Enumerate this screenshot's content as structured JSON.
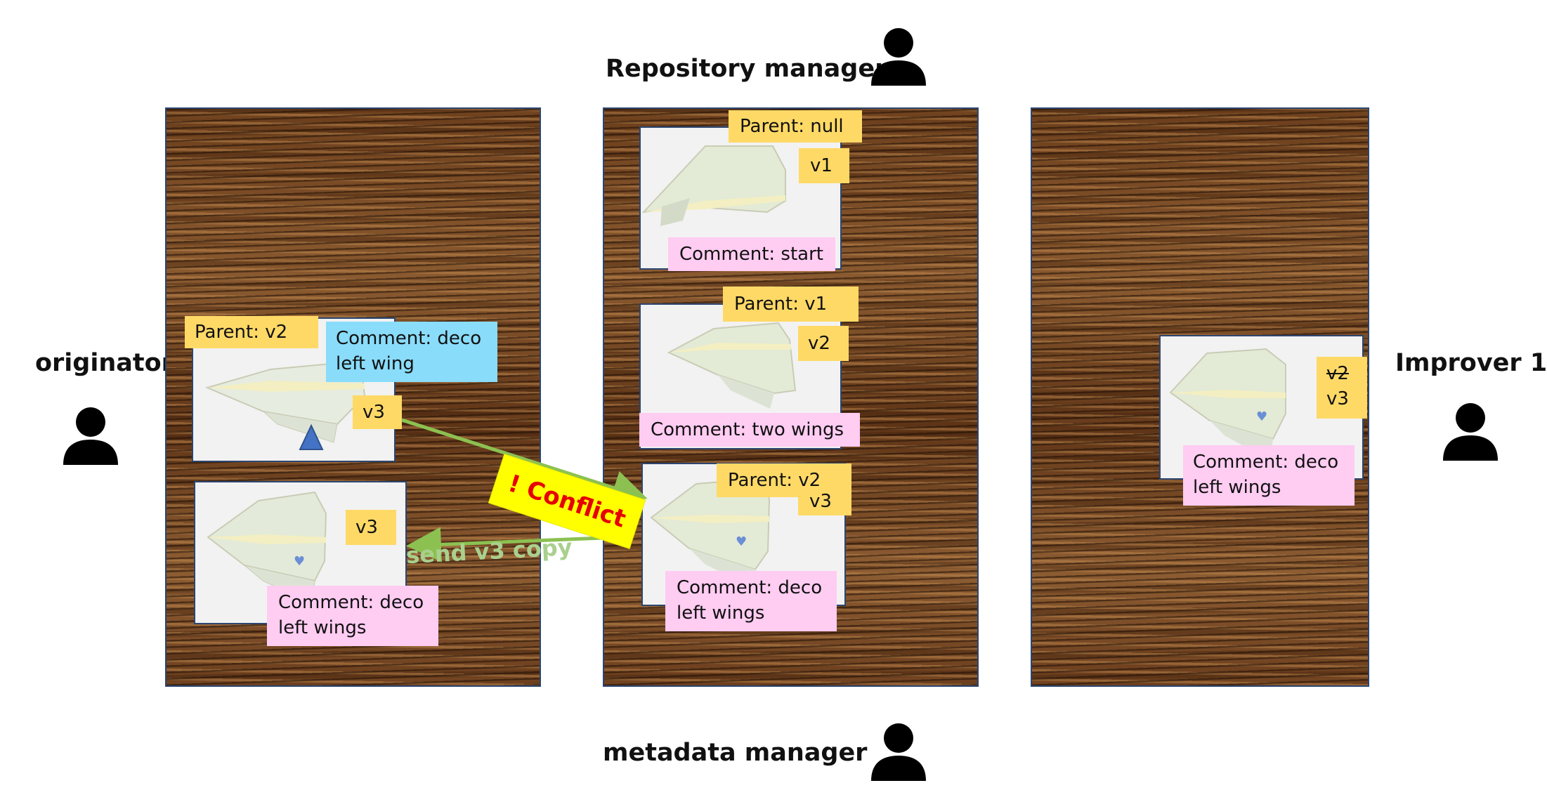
{
  "roles": {
    "originator": "originator",
    "repository_manager": "Repository manager",
    "metadata_manager": "metadata manager",
    "improver": "Improver 1"
  },
  "originator_panel": {
    "card_top": {
      "parent": "Parent: v2",
      "comment_line1": "Comment: deco",
      "comment_line2": "left wing",
      "version": "v3"
    },
    "card_bottom": {
      "version": "v3",
      "comment_line1": "Comment: deco",
      "comment_line2": "left wings"
    }
  },
  "repository_panel": {
    "card_1": {
      "parent": "Parent: null",
      "version": "v1",
      "comment": "Comment: start"
    },
    "card_2": {
      "parent": "Parent: v1",
      "version": "v2",
      "comment": "Comment: two wings"
    },
    "card_3": {
      "parent": "Parent: v2",
      "version": "v3",
      "comment_line1": "Comment: deco",
      "comment_line2": "left wings"
    }
  },
  "improver_panel": {
    "card": {
      "version_struck": "v2",
      "version_new": "v3",
      "comment_line1": "Comment: deco",
      "comment_line2": "left wings"
    }
  },
  "conflict_label": "! Conflict",
  "send_label": "send v3 copy",
  "colors": {
    "sticky_yellow": "#ffd966",
    "sticky_pink": "#ffccf2",
    "sticky_blue": "#89dcfa",
    "arrow_green": "#8cc151",
    "conflict_bg": "#ffff00",
    "conflict_text": "#e60000"
  }
}
